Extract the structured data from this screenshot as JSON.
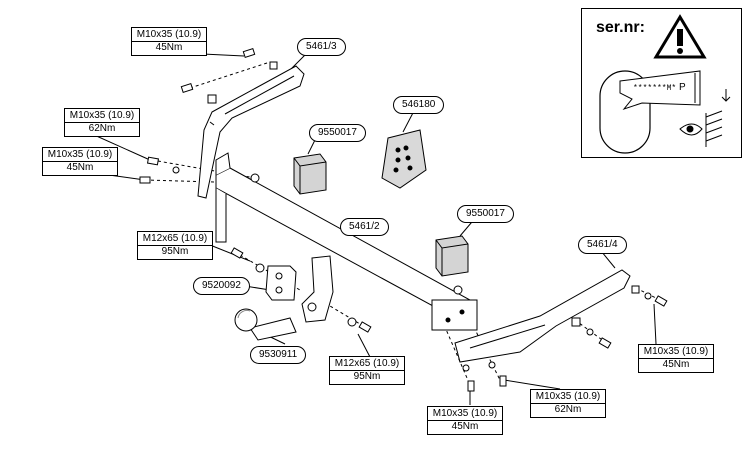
{
  "legend": {
    "title": "ser.nr:",
    "serial_code": "*******M*",
    "serial_suffix": "P",
    "warning_icon": "warning-triangle-icon",
    "eye_icon": "eye-icon"
  },
  "part_tags": {
    "bracket_left": "5461/3",
    "plate_546180": "546180",
    "spacer_top": "9550017",
    "crossbar": "5461/2",
    "spacer_right": "9550017",
    "bracket_right": "5461/4",
    "socket_plate": "9520092",
    "ball": "9530911"
  },
  "torque_specs": {
    "top": {
      "bolt": "M10x35 (10.9)",
      "torque": "45Nm"
    },
    "left_upper": {
      "bolt": "M10x35 (10.9)",
      "torque": "62Nm"
    },
    "left_lower": {
      "bolt": "M10x35 (10.9)",
      "torque": "45Nm"
    },
    "ball_upper": {
      "bolt": "M12x65 (10.9)",
      "torque": "95Nm"
    },
    "ball_lower": {
      "bolt": "M12x65 (10.9)",
      "torque": "95Nm"
    },
    "bottom_left": {
      "bolt": "M10x35 (10.9)",
      "torque": "45Nm"
    },
    "bottom_right": {
      "bolt": "M10x35 (10.9)",
      "torque": "62Nm"
    },
    "right": {
      "bolt": "M10x35 (10.9)",
      "torque": "45Nm"
    }
  },
  "colors": {
    "line": "#000000",
    "part_fill": "#ffffff",
    "spacer_fill": "#d4d4d4",
    "plate_fill": "#d9d9d9",
    "ball_shade": "#888888"
  }
}
